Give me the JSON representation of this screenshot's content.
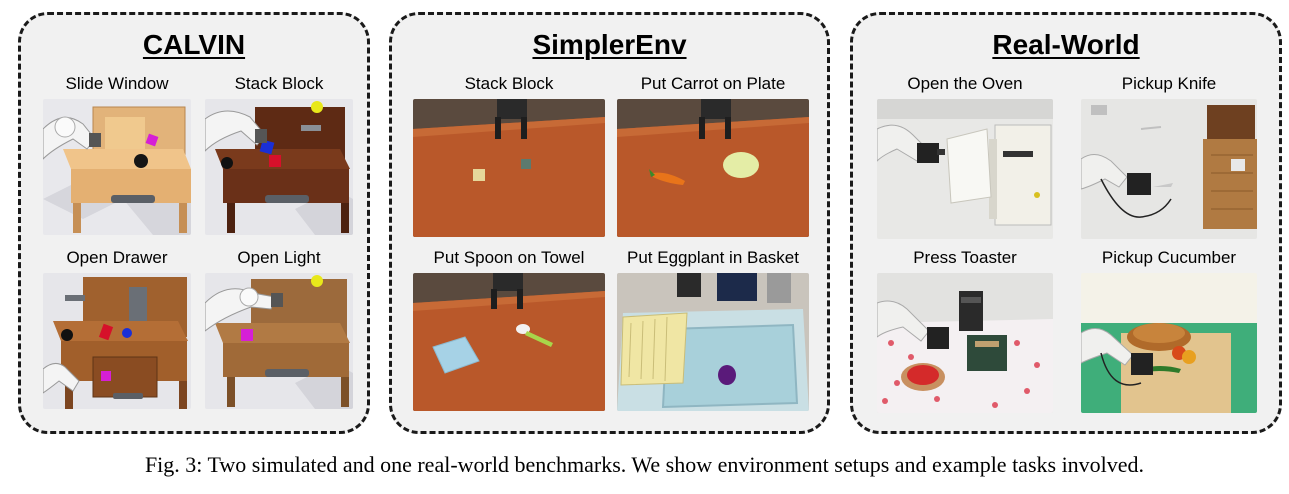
{
  "panels": [
    {
      "title": "CALVIN",
      "tasks": [
        "Slide Window",
        "Stack Block",
        "Open Drawer",
        "Open Light"
      ]
    },
    {
      "title": "SimplerEnv",
      "tasks": [
        "Stack Block",
        "Put Carrot on Plate",
        "Put Spoon on Towel",
        "Put Eggplant in Basket"
      ]
    },
    {
      "title": "Real-World",
      "tasks": [
        "Open the Oven",
        "Pickup Knife",
        "Press Toaster",
        "Pickup Cucumber"
      ]
    }
  ],
  "caption": "Fig. 3: Two simulated and one real-world benchmarks. We show environment setups and example tasks involved.",
  "colors": {
    "panel_border": "#1a1a1a",
    "panel_fill": "#f1f1f1",
    "table_wood": "#b5562a",
    "light_wood": "#e9b97a",
    "dark_wood": "#6b3018"
  }
}
